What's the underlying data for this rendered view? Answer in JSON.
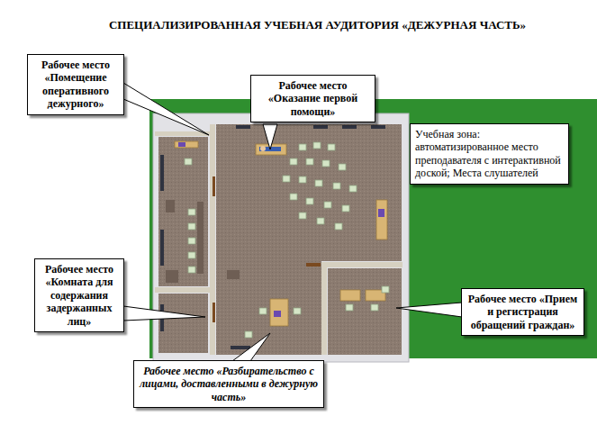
{
  "diagram": {
    "title": "СПЕЦИАЛИЗИРОВАННАЯ УЧЕБНАЯ АУДИТОРИЯ «ДЕЖУРНАЯ ЧАСТЬ»",
    "nodes": [
      {
        "text": [
          "Рабочее место «Помещение оперативного дежурного»"
        ]
      },
      {
        "text": [
          "Рабочее место «Оказание первой помощи»"
        ]
      },
      {
        "text": [
          "Учебная зона: автоматизированное место преподавателя с интерактивной доской; Места слушателей"
        ]
      },
      {
        "text": [
          "Рабочее место «Комната для содержания задержанных лиц»"
        ]
      },
      {
        "text": [
          "Рабочее место «Прием и регистрация обращений граждан»"
        ]
      },
      {
        "text": [
          "Рабочее место «Разбирательство с лицами, доставленными в дежурную часть»"
        ]
      }
    ]
  }
}
